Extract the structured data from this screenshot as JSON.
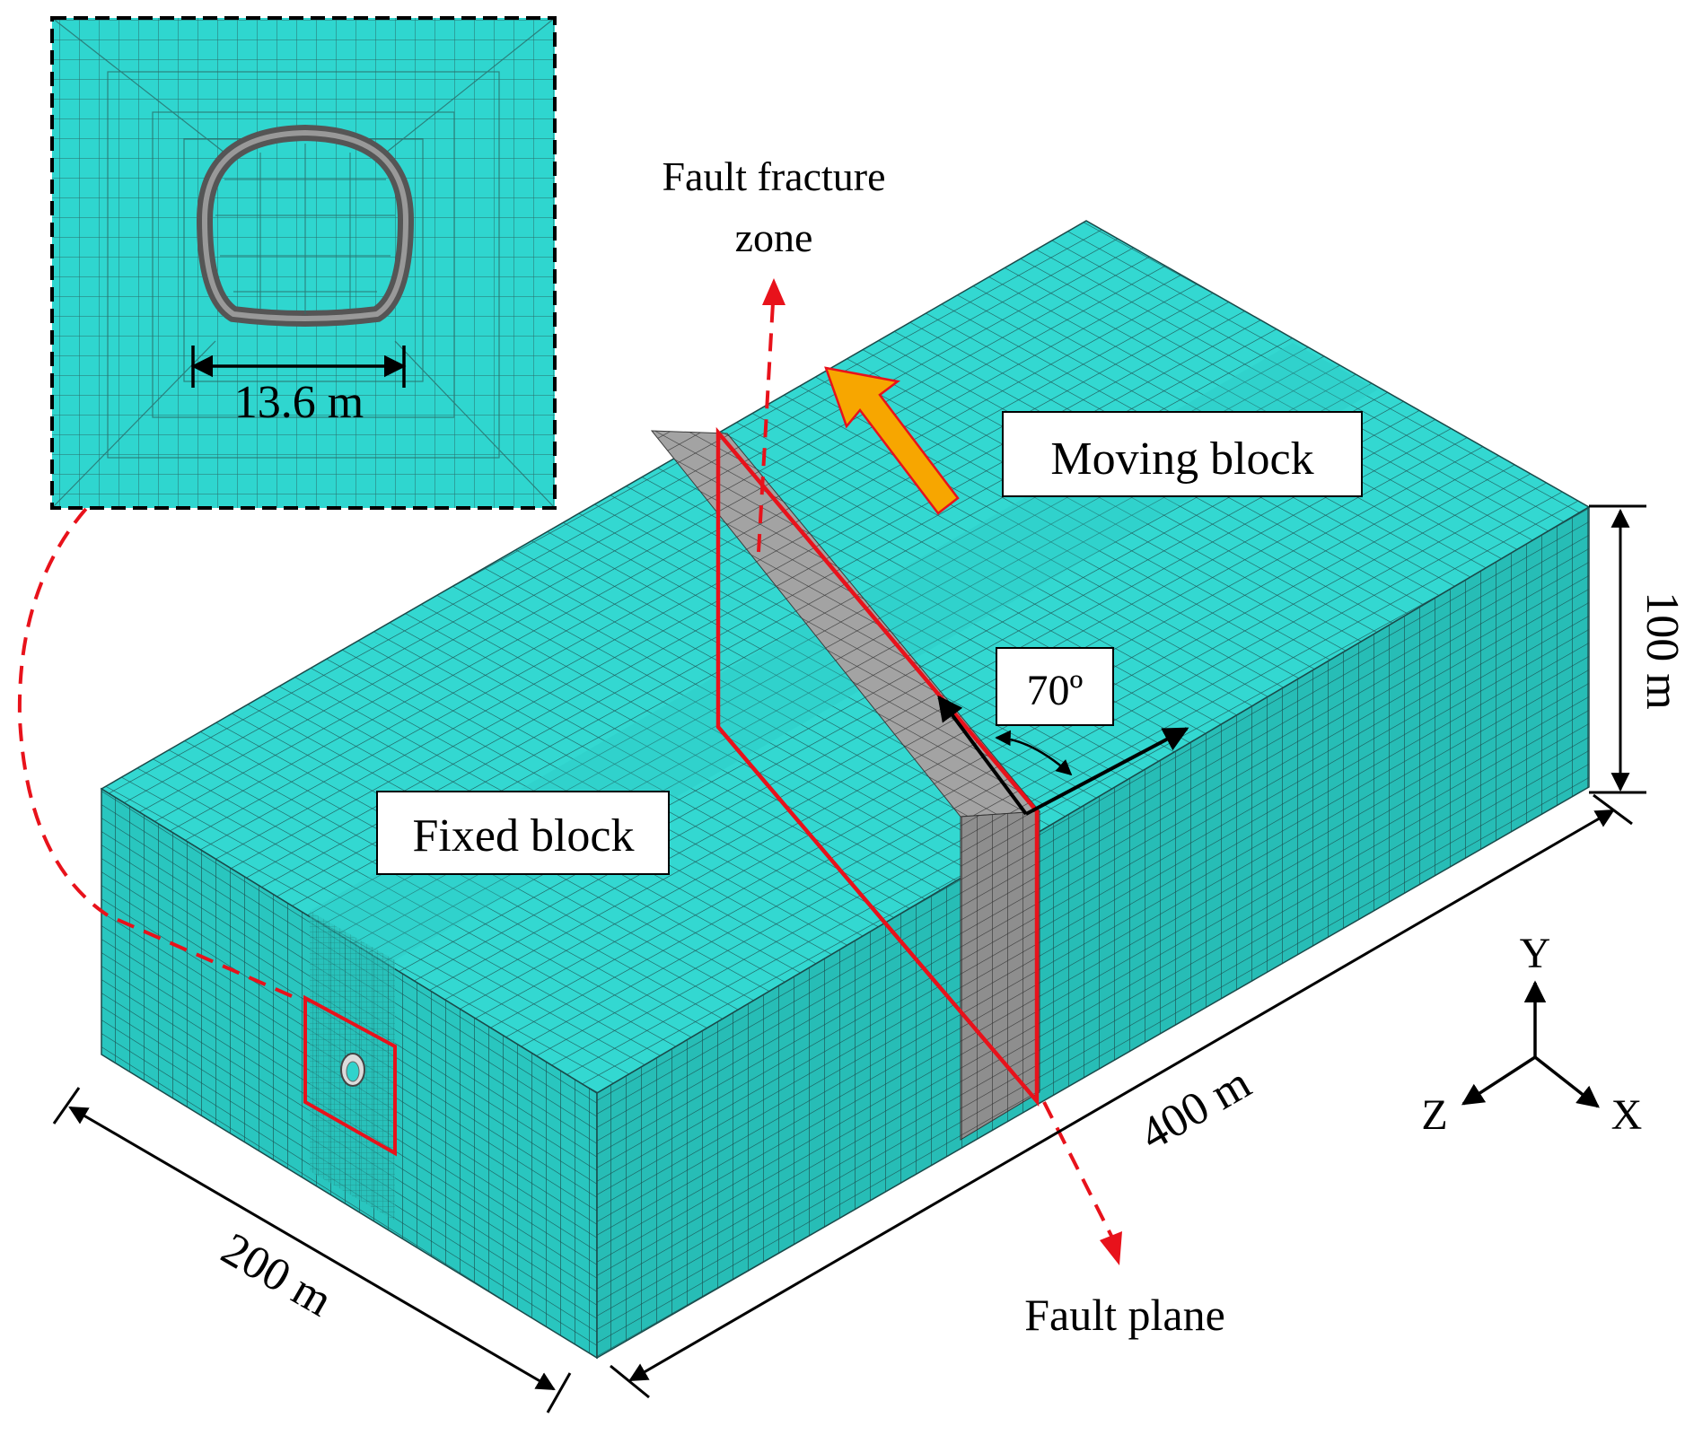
{
  "colors": {
    "mesh_fill": "#2fd3cc",
    "mesh_top": "#33d8d1",
    "mesh_front": "#28c2bb",
    "mesh_side": "#22b0aa",
    "mesh_line": "#1a4a4a",
    "fault_zone": "#9a9a9a",
    "fault_outline": "#e8121b",
    "leader_arrow": "#e8121b",
    "move_arrow": "#f7a600",
    "dimension": "#000000"
  },
  "labels": {
    "fault_fracture_zone_line1": "Fault fracture",
    "fault_fracture_zone_line2": "zone",
    "moving_block": "Moving block",
    "fixed_block": "Fixed block",
    "fault_plane": "Fault plane",
    "angle": "70º",
    "tunnel_width": "13.6 m",
    "height_dim": "100 m",
    "length_dim": "400 m",
    "width_dim": "200 m"
  },
  "axes": {
    "y": "Y",
    "z": "Z",
    "x": "X"
  },
  "icons": {
    "inset": "tunnel-cross-section-mesh",
    "tunnel": "horseshoe-tunnel-ring",
    "move_arrow": "block-arrow-up-right"
  }
}
